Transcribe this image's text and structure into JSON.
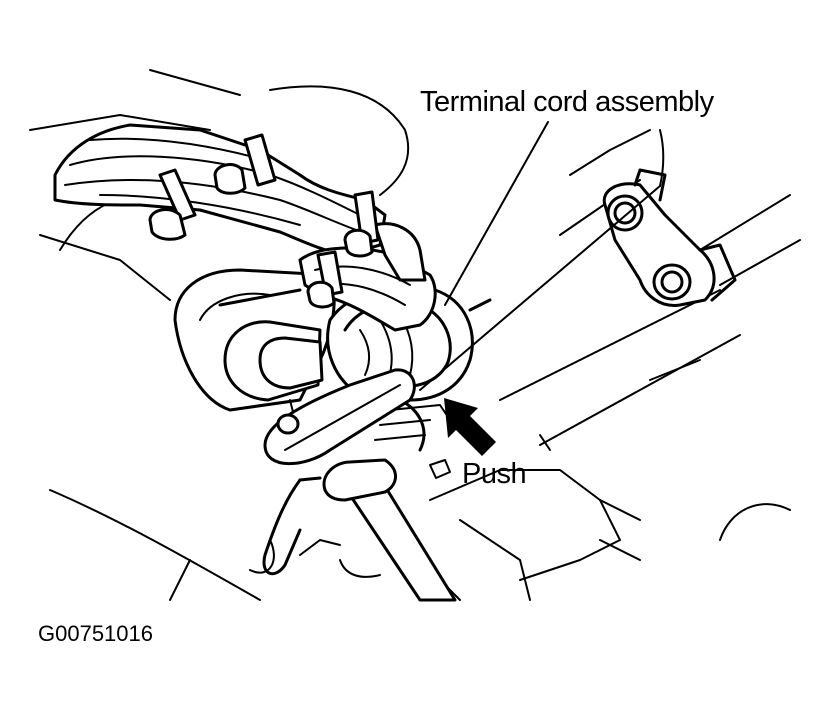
{
  "labels": {
    "terminal_cord": "Terminal cord assembly",
    "push": "Push",
    "figure_code": "G00751016"
  },
  "colors": {
    "ink": "#000000",
    "paper": "#ffffff"
  },
  "icons": {
    "push_arrow": "arrow-up-left-icon"
  }
}
